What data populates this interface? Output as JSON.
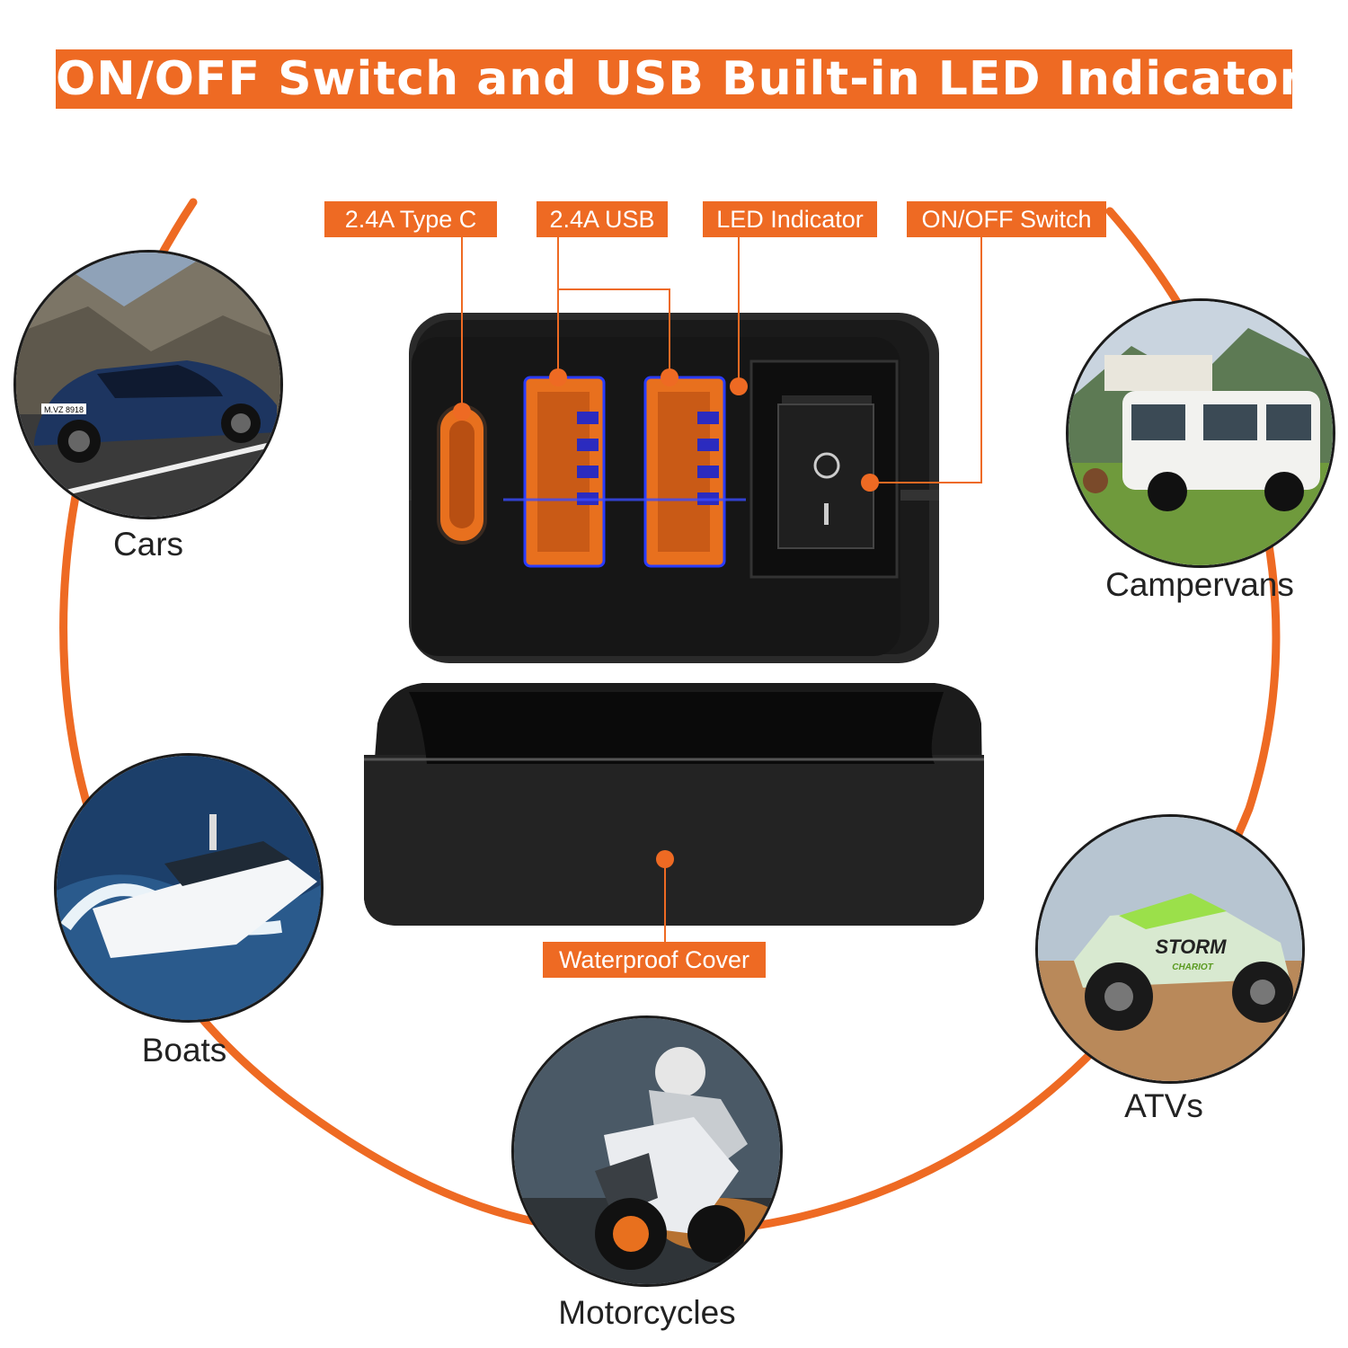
{
  "title": "ON/OFF Switch and USB Built-in LED Indicator",
  "callouts": {
    "type_c": "2.4A Type C",
    "usb": "2.4A USB",
    "led": "LED Indicator",
    "switch": "ON/OFF Switch",
    "cover": "Waterproof Cover"
  },
  "vehicles": {
    "cars": "Cars",
    "campervans": "Campervans",
    "boats": "Boats",
    "atvs": "ATVs",
    "motorcycles": "Motorcycles"
  },
  "car_plate": "M.VZ 8918",
  "atv_brand": "STORM",
  "atv_brand_sub": "CHARIOT",
  "colors": {
    "accent": "#ee6a23",
    "device": "#1c1c1c",
    "led": "#2a3cff",
    "port": "#e8701e"
  }
}
